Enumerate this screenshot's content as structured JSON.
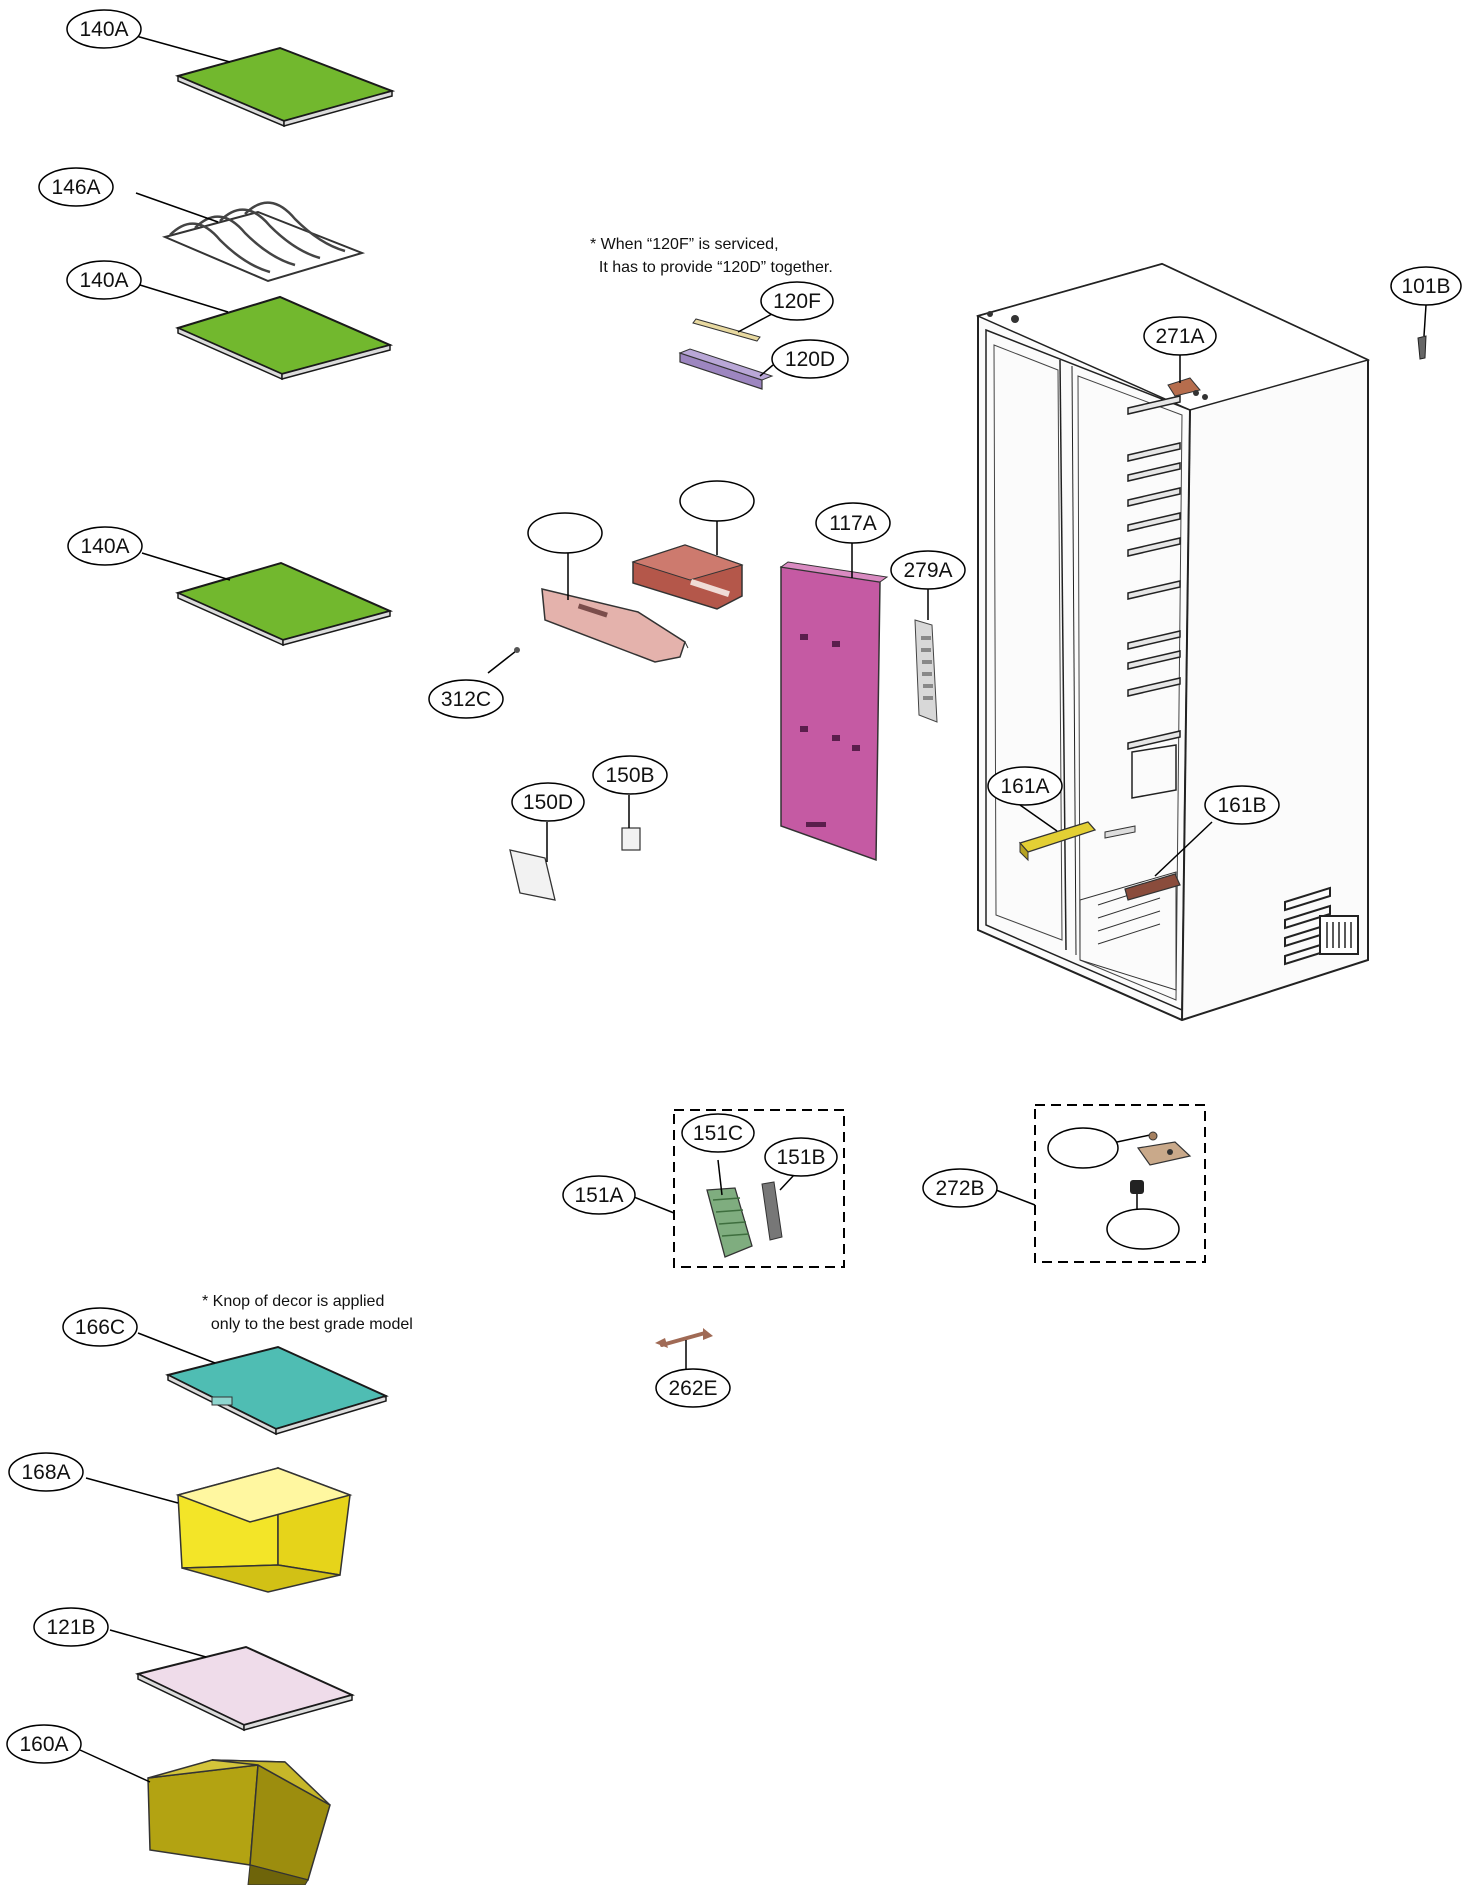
{
  "notes": {
    "service": [
      "* When “120F” is serviced,",
      "  It has to provide “120D” together."
    ],
    "knop": [
      "* Knop of decor is applied",
      "  only to the best grade model"
    ]
  },
  "labels": {
    "140A_1": "140A",
    "146A": "146A",
    "140A_2": "140A",
    "140A_3": "140A",
    "120F": "120F",
    "120D": "120D",
    "117A": "117A",
    "279A": "279A",
    "312C": "312C",
    "150D": "150D",
    "150B": "150B",
    "271A": "271A",
    "101B": "101B",
    "161A": "161A",
    "161B": "161B",
    "151A": "151A",
    "151B": "151B",
    "151C": "151C",
    "272B": "272B",
    "262E": "262E",
    "166C": "166C",
    "168A": "168A",
    "121B": "121B",
    "160A": "160A"
  },
  "colors": {
    "shelf_green": "#72b82e",
    "cabinet_panel_magenta": "#c55aa3",
    "bracket_pink": "#e4b2ac",
    "housing_brown": "#b4574a",
    "cover_teal": "#4fbdb3",
    "crisper_yellow": "#f3e528",
    "tray_pink": "#efdcea",
    "bin_olive": "#b3a312",
    "rail_yellow": "#e3cf34",
    "filter_green": "#7fad7f",
    "rail_purple": "#9d86c0"
  }
}
